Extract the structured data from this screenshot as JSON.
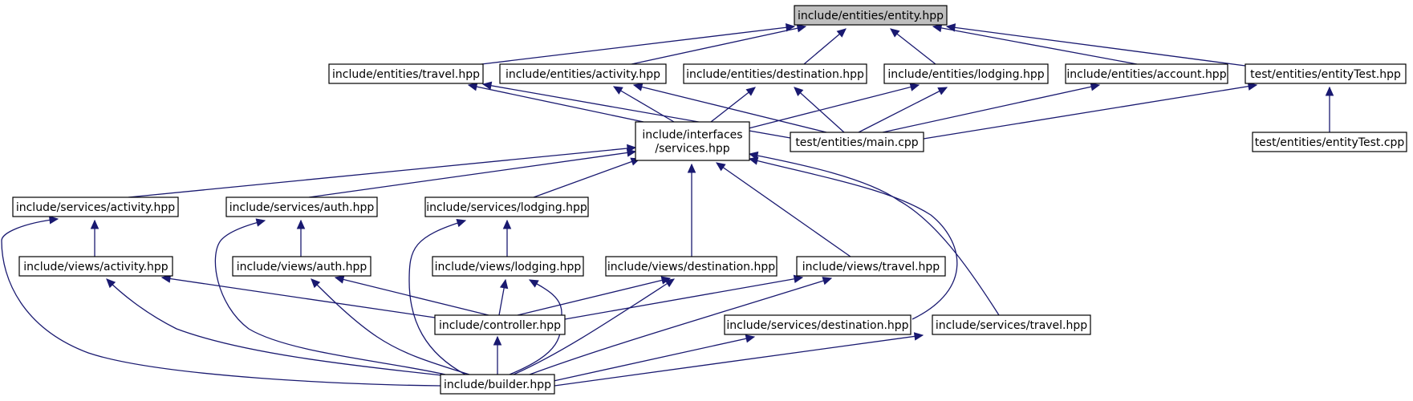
{
  "diagram": {
    "type": "include-dependency-graph",
    "colors": {
      "edge": "#191970",
      "root_fill": "#bfbfbf",
      "node_fill": "#ffffff",
      "node_border": "#000000"
    },
    "nodes": [
      {
        "id": "entity",
        "lines": [
          "include/entities/entity.hpp"
        ],
        "highlighted": true
      },
      {
        "id": "travel_e",
        "lines": [
          "include/entities/travel.hpp"
        ]
      },
      {
        "id": "activity_e",
        "lines": [
          "include/entities/activity.hpp"
        ]
      },
      {
        "id": "destination_e",
        "lines": [
          "include/entities/destination.hpp"
        ]
      },
      {
        "id": "lodging_e",
        "lines": [
          "include/entities/lodging.hpp"
        ]
      },
      {
        "id": "account_e",
        "lines": [
          "include/entities/account.hpp"
        ]
      },
      {
        "id": "entityTest_h",
        "lines": [
          "test/entities/entityTest.hpp"
        ]
      },
      {
        "id": "services_i",
        "lines": [
          "include/interfaces",
          "/services.hpp"
        ]
      },
      {
        "id": "main_t",
        "lines": [
          "test/entities/main.cpp"
        ]
      },
      {
        "id": "entityTest_c",
        "lines": [
          "test/entities/entityTest.cpp"
        ]
      },
      {
        "id": "activity_s",
        "lines": [
          "include/services/activity.hpp"
        ]
      },
      {
        "id": "auth_s",
        "lines": [
          "include/services/auth.hpp"
        ]
      },
      {
        "id": "lodging_s",
        "lines": [
          "include/services/lodging.hpp"
        ]
      },
      {
        "id": "activity_v",
        "lines": [
          "include/views/activity.hpp"
        ]
      },
      {
        "id": "auth_v",
        "lines": [
          "include/views/auth.hpp"
        ]
      },
      {
        "id": "lodging_v",
        "lines": [
          "include/views/lodging.hpp"
        ]
      },
      {
        "id": "destination_v",
        "lines": [
          "include/views/destination.hpp"
        ]
      },
      {
        "id": "travel_v",
        "lines": [
          "include/views/travel.hpp"
        ]
      },
      {
        "id": "controller",
        "lines": [
          "include/controller.hpp"
        ]
      },
      {
        "id": "destination_s",
        "lines": [
          "include/services/destination.hpp"
        ]
      },
      {
        "id": "travel_s",
        "lines": [
          "include/services/travel.hpp"
        ]
      },
      {
        "id": "builder",
        "lines": [
          "include/builder.hpp"
        ]
      }
    ],
    "edges": [
      {
        "from": "travel_e",
        "to": "entity"
      },
      {
        "from": "activity_e",
        "to": "entity"
      },
      {
        "from": "destination_e",
        "to": "entity"
      },
      {
        "from": "lodging_e",
        "to": "entity"
      },
      {
        "from": "account_e",
        "to": "entity"
      },
      {
        "from": "entityTest_h",
        "to": "entity"
      },
      {
        "from": "services_i",
        "to": "travel_e"
      },
      {
        "from": "services_i",
        "to": "activity_e"
      },
      {
        "from": "services_i",
        "to": "destination_e"
      },
      {
        "from": "services_i",
        "to": "lodging_e"
      },
      {
        "from": "main_t",
        "to": "travel_e"
      },
      {
        "from": "main_t",
        "to": "activity_e"
      },
      {
        "from": "main_t",
        "to": "destination_e"
      },
      {
        "from": "main_t",
        "to": "lodging_e"
      },
      {
        "from": "main_t",
        "to": "account_e"
      },
      {
        "from": "main_t",
        "to": "entityTest_h"
      },
      {
        "from": "entityTest_c",
        "to": "entityTest_h"
      },
      {
        "from": "activity_s",
        "to": "services_i"
      },
      {
        "from": "auth_s",
        "to": "services_i"
      },
      {
        "from": "lodging_s",
        "to": "services_i"
      },
      {
        "from": "destination_v",
        "to": "services_i"
      },
      {
        "from": "travel_v",
        "to": "services_i"
      },
      {
        "from": "destination_s",
        "to": "services_i"
      },
      {
        "from": "travel_s",
        "to": "services_i"
      },
      {
        "from": "activity_v",
        "to": "activity_s"
      },
      {
        "from": "auth_v",
        "to": "auth_s"
      },
      {
        "from": "lodging_v",
        "to": "lodging_s"
      },
      {
        "from": "controller",
        "to": "activity_v"
      },
      {
        "from": "controller",
        "to": "auth_v"
      },
      {
        "from": "controller",
        "to": "lodging_v"
      },
      {
        "from": "controller",
        "to": "destination_v"
      },
      {
        "from": "controller",
        "to": "travel_v"
      },
      {
        "from": "builder",
        "to": "activity_s"
      },
      {
        "from": "builder",
        "to": "auth_s"
      },
      {
        "from": "builder",
        "to": "lodging_s"
      },
      {
        "from": "builder",
        "to": "activity_v"
      },
      {
        "from": "builder",
        "to": "auth_v"
      },
      {
        "from": "builder",
        "to": "lodging_v"
      },
      {
        "from": "builder",
        "to": "destination_v"
      },
      {
        "from": "builder",
        "to": "travel_v"
      },
      {
        "from": "builder",
        "to": "controller"
      },
      {
        "from": "builder",
        "to": "destination_s"
      },
      {
        "from": "builder",
        "to": "travel_s"
      }
    ]
  }
}
